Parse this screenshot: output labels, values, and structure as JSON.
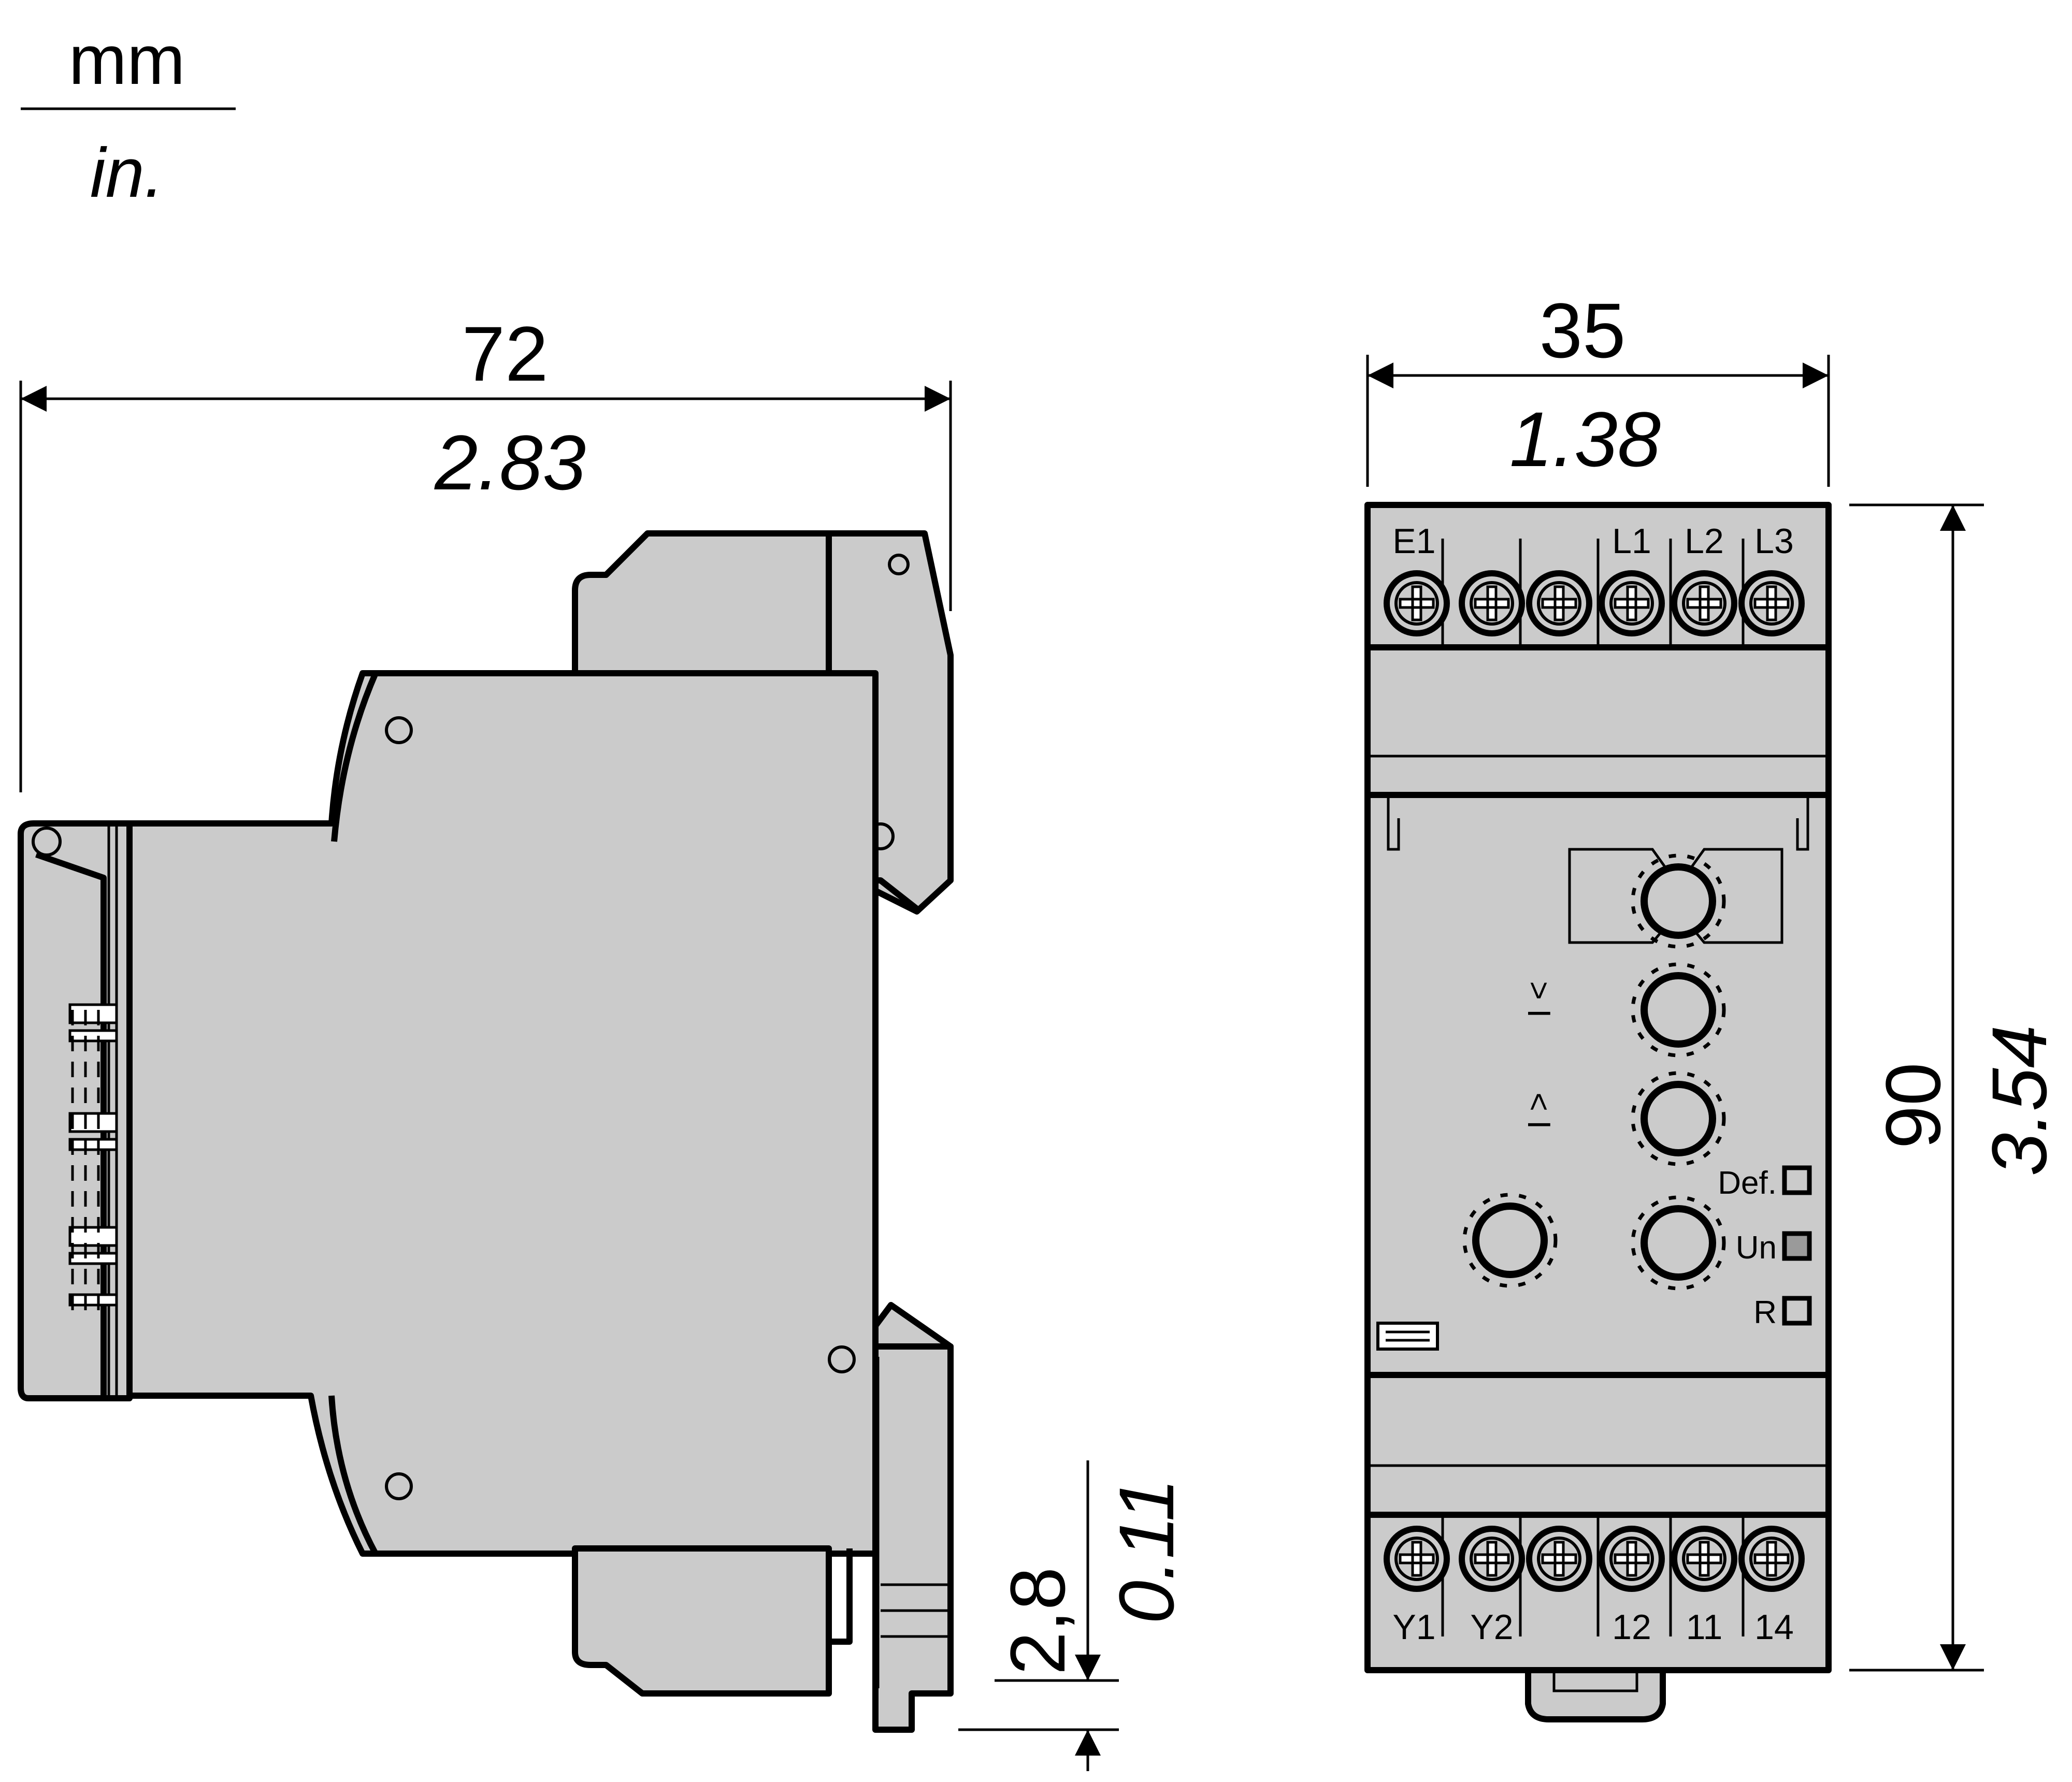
{
  "units": {
    "primary": "mm",
    "secondary": "in."
  },
  "dimensions": {
    "length": {
      "mm": "72",
      "in": "2.83"
    },
    "width": {
      "mm": "35",
      "in": "1.38"
    },
    "height": {
      "mm": "90",
      "in": "3.54"
    },
    "offset": {
      "mm": "2,8",
      "in": "0.11"
    }
  },
  "terminals": {
    "top": [
      "E1",
      "",
      "",
      "L1",
      "L2",
      "L3"
    ],
    "bottom": [
      "Y1",
      "Y2",
      "",
      "12",
      "11",
      "14"
    ]
  },
  "knob_labels": {
    "over": "> I",
    "under": "< I"
  },
  "leds": [
    "Def.",
    "Un",
    "R"
  ],
  "colors": {
    "body": "#cbcbcb",
    "line": "#000000",
    "background": "#ffffff"
  }
}
